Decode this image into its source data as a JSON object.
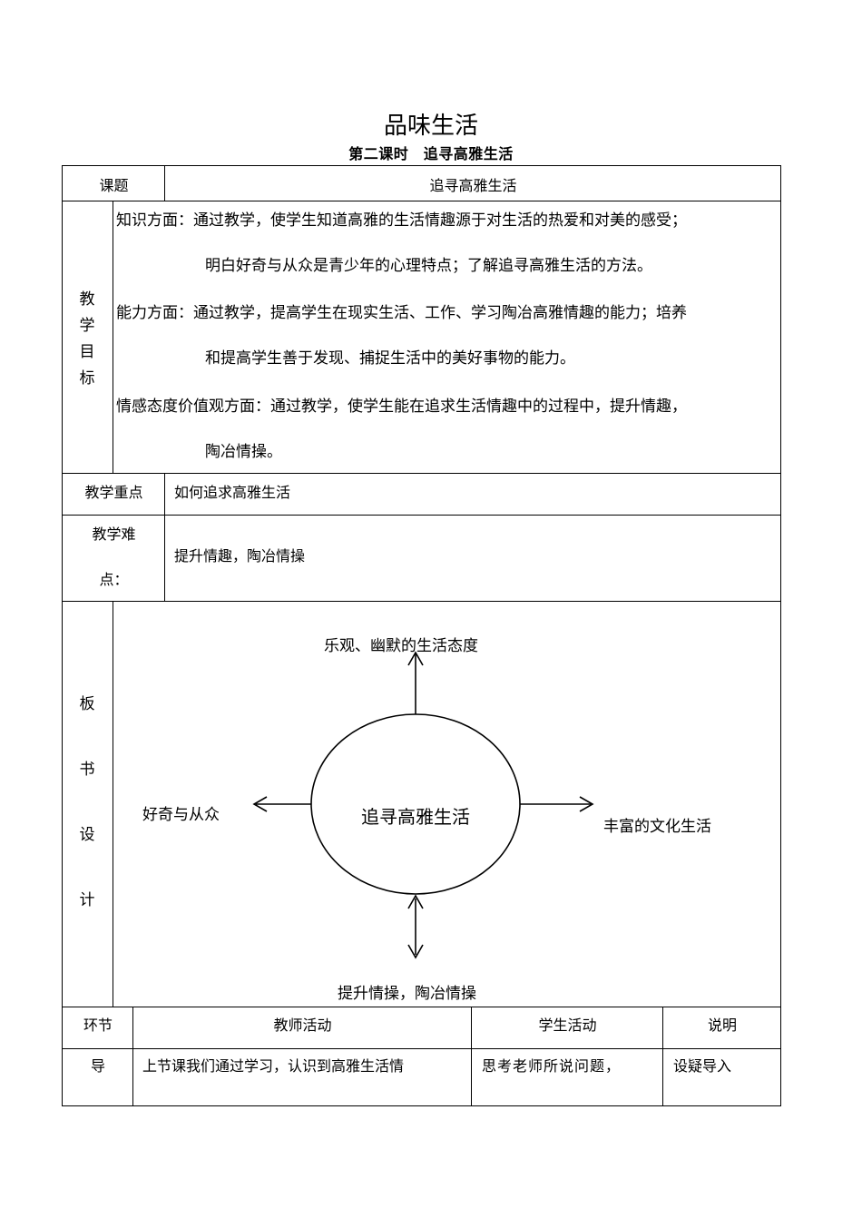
{
  "title": "品味生活",
  "subtitle": "第二课时　追寻高雅生活",
  "topic": {
    "label": "课题",
    "value": "追寻高雅生活"
  },
  "objectives": {
    "label": [
      "教",
      "学",
      "目",
      "标"
    ],
    "lines": [
      "知识方面：通过教学，使学生知道高雅的生活情趣源于对生活的热爱和对美的感受；",
      "明白好奇与从众是青少年的心理特点；了解追寻高雅生活的方法。",
      "能力方面：通过教学，提高学生在现实生活、工作、学习陶冶高雅情趣的能力；培养",
      "和提高学生善于发现、捕捉生活中的美好事物的能力。",
      "情感态度价值观方面：通过教学，使学生能在追求生活情趣中的过程中，提升情趣，",
      "陶冶情操。"
    ]
  },
  "key_point": {
    "label": "教学重点",
    "value": "如何追求高雅生活"
  },
  "difficulty": {
    "label_line1": "教学难",
    "label_line2": "点：",
    "value": "提升情趣，陶冶情操"
  },
  "board": {
    "label": [
      "板",
      "书",
      "设",
      "计"
    ],
    "center": "追寻高雅生活",
    "top": "乐观、幽默的生活态度",
    "left": "好奇与从众",
    "right": "丰富的文化生活",
    "bottom": "提升情操，陶冶情操"
  },
  "activity_table": {
    "headers": [
      "环节",
      "教师活动",
      "学生活动",
      "说明"
    ],
    "row": [
      "导",
      "上节课我们通过学习，认识到高雅生活情",
      "思考老师所说问题，",
      "设疑导入"
    ]
  }
}
